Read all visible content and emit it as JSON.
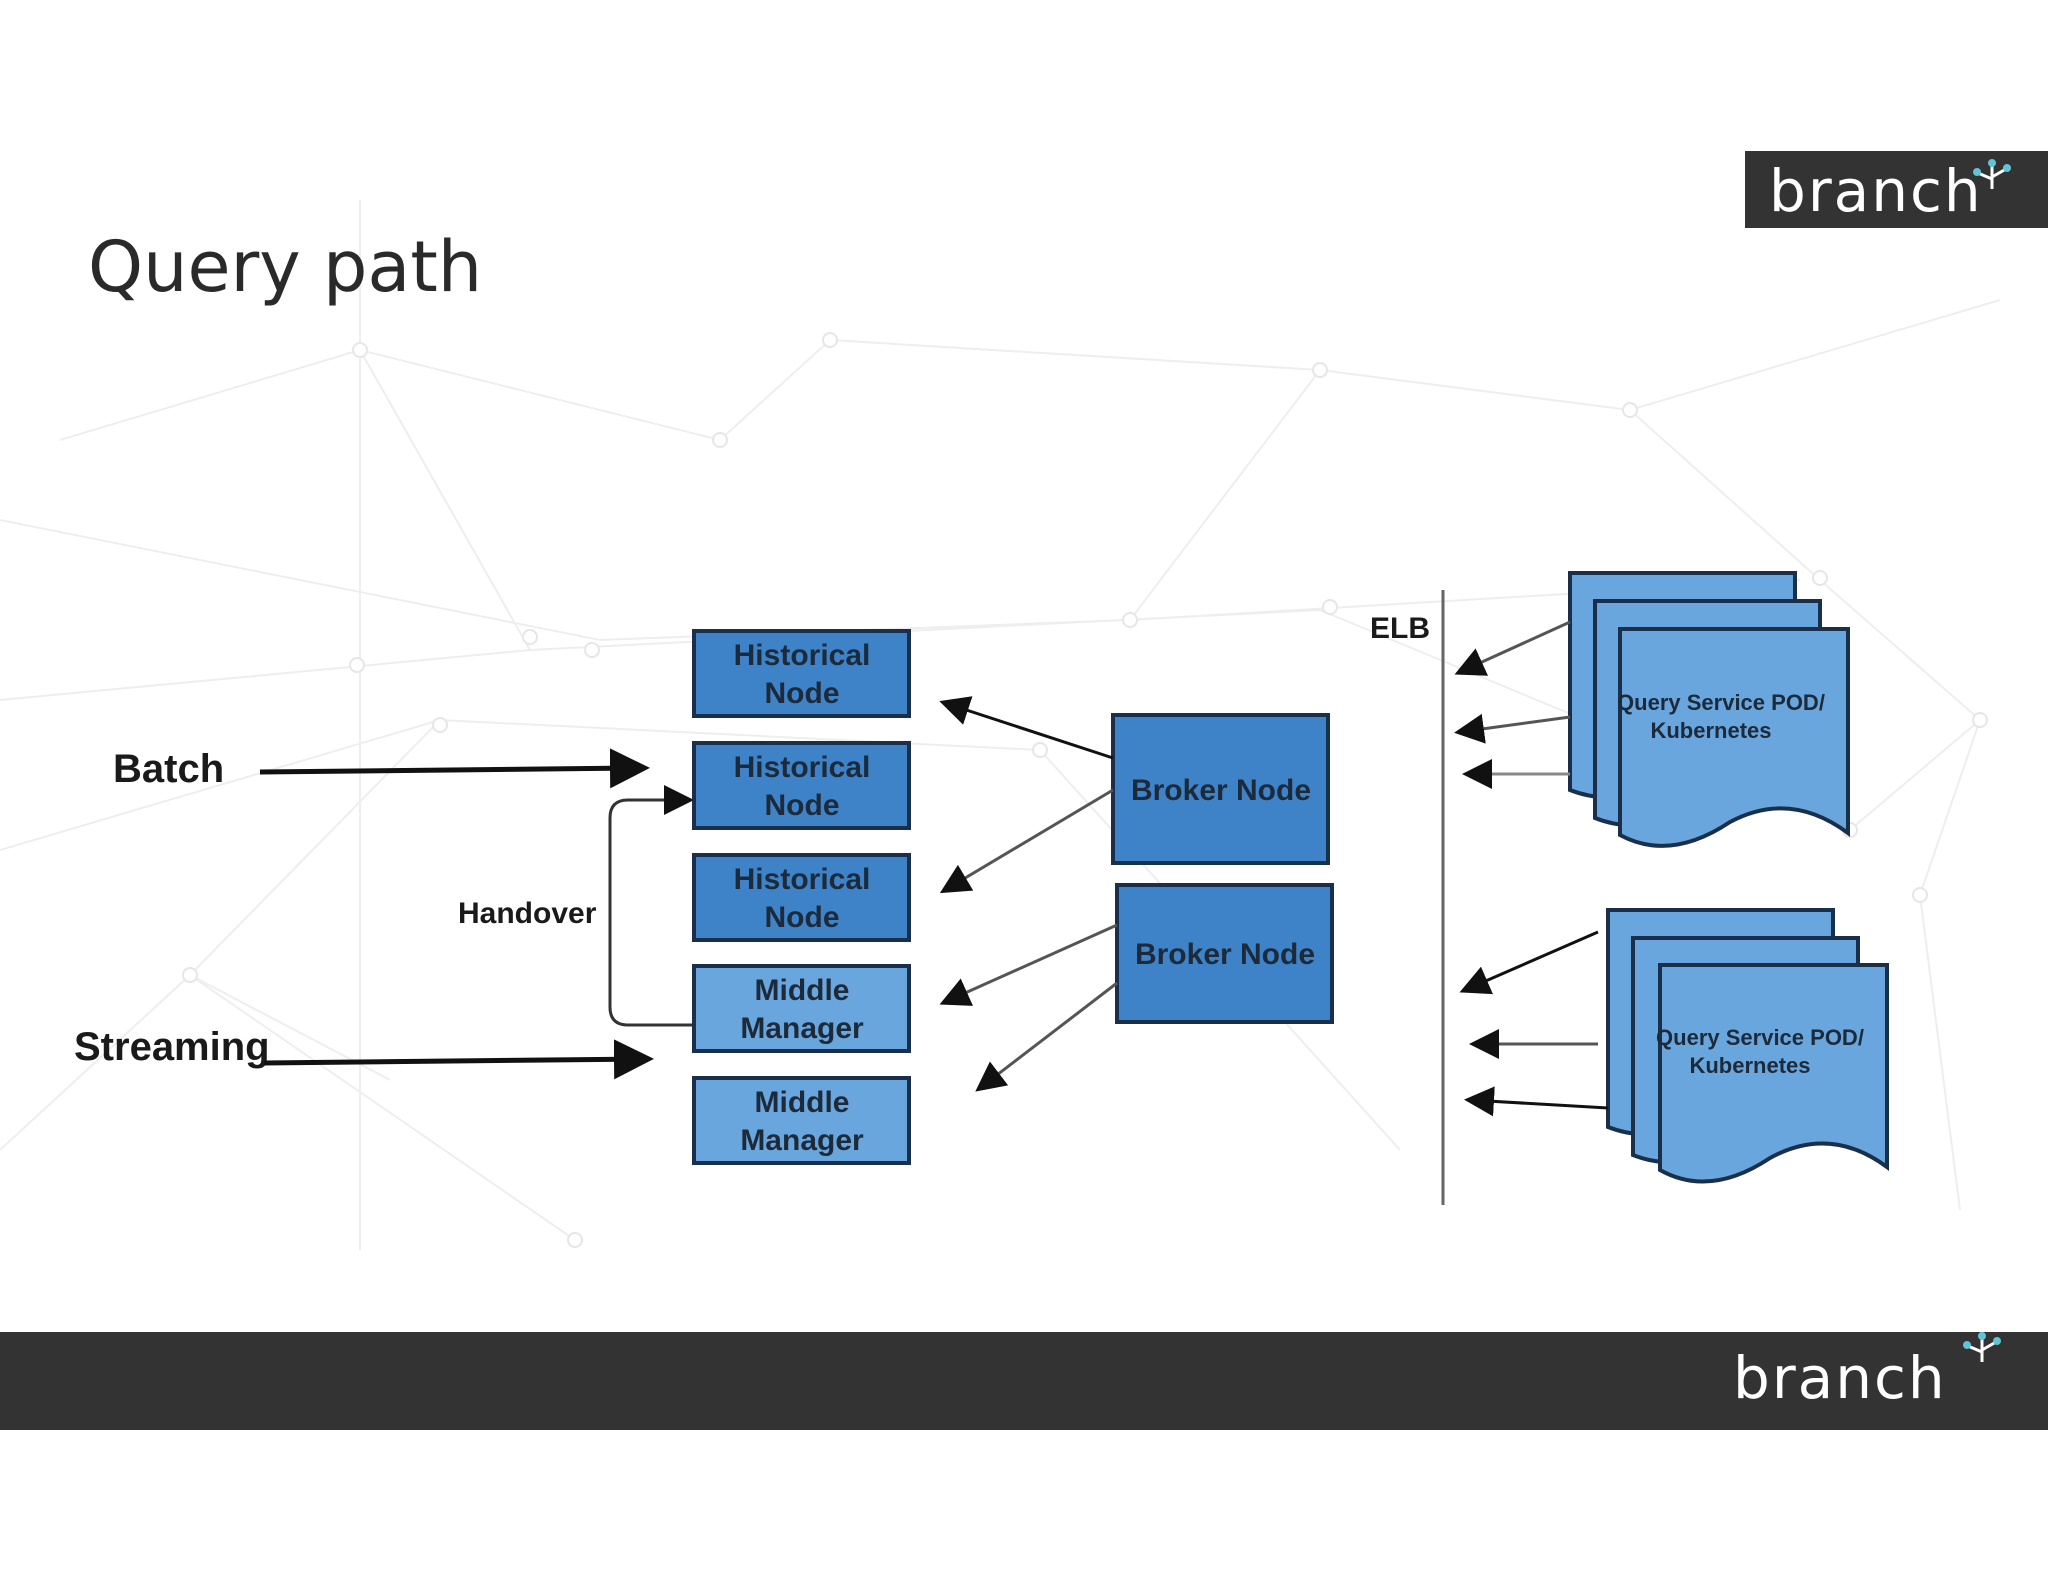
{
  "slide": {
    "title": "Query path",
    "brand_logo_text": "branch",
    "footer_logo_text": "branch"
  },
  "diagram": {
    "inputs": {
      "batch": "Batch",
      "streaming": "Streaming",
      "handover": "Handover"
    },
    "nodes": [
      {
        "line1": "Historical",
        "line2": "Node"
      },
      {
        "line1": "Historical",
        "line2": "Node"
      },
      {
        "line1": "Historical",
        "line2": "Node"
      },
      {
        "line1": "Middle",
        "line2": "Manager"
      },
      {
        "line1": "Middle",
        "line2": "Manager"
      }
    ],
    "brokers": [
      {
        "label": "Broker Node"
      },
      {
        "label": "Broker Node"
      }
    ],
    "elb": "ELB",
    "query_services": [
      {
        "line1": "Query Service POD/",
        "line2": "Kubernetes"
      },
      {
        "line1": "Query Service POD/",
        "line2": "Kubernetes"
      }
    ]
  },
  "colors": {
    "historical_fill": "#3e82c8",
    "middle_fill": "#6aa6de",
    "broker_fill": "#3e82c8",
    "pod_fill": "#6aa6de",
    "bar_dark": "#333333",
    "logo_accent": "#5fc4d8"
  }
}
